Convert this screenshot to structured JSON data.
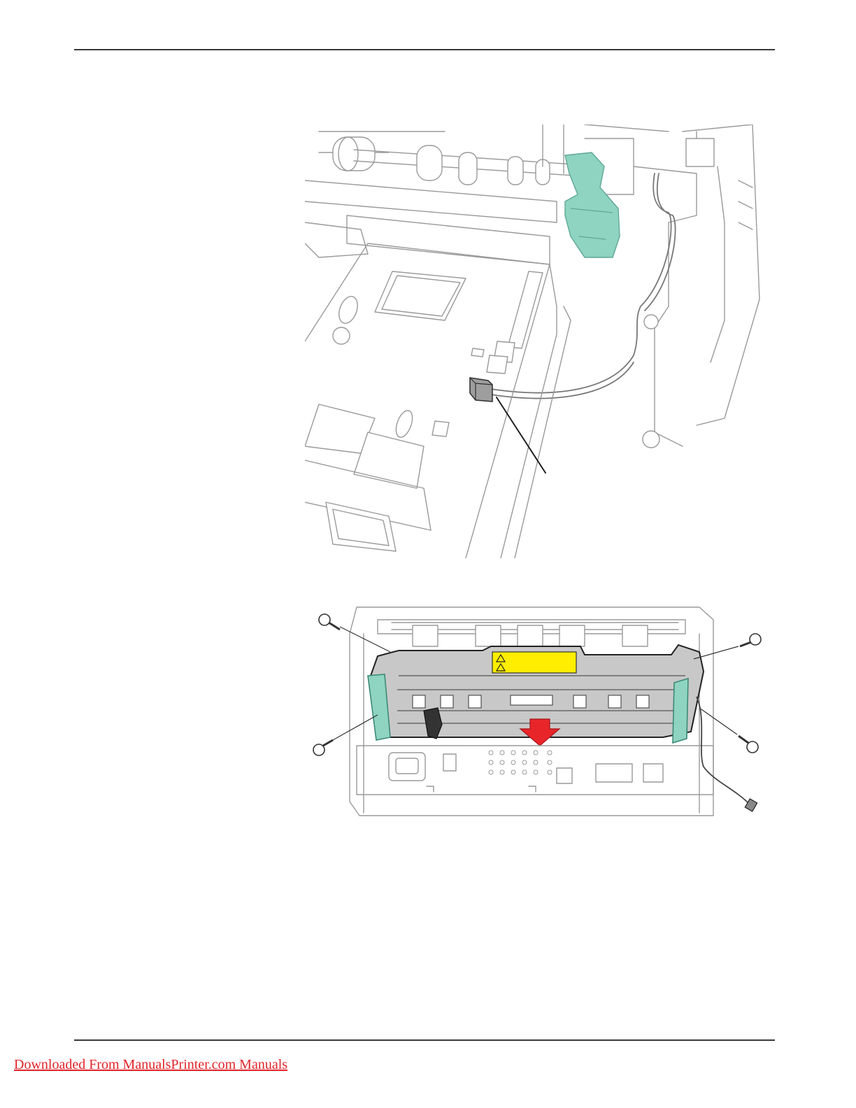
{
  "page": {
    "footer_link": "Downloaded From ManualsPrinter.com Manuals"
  },
  "colors": {
    "rule": "#3a3a3a",
    "link": "#e0242a",
    "green_part": "#8fd3c1",
    "warning_label": "#ffee00",
    "arrow": "#e8262a",
    "fuser_body": "#c8c8c8"
  },
  "figures": [
    {
      "id": "connector-detail",
      "icon": "printer-interior-connector-illustration"
    },
    {
      "id": "fuser-removal",
      "icon": "fuser-removal-illustration"
    }
  ]
}
